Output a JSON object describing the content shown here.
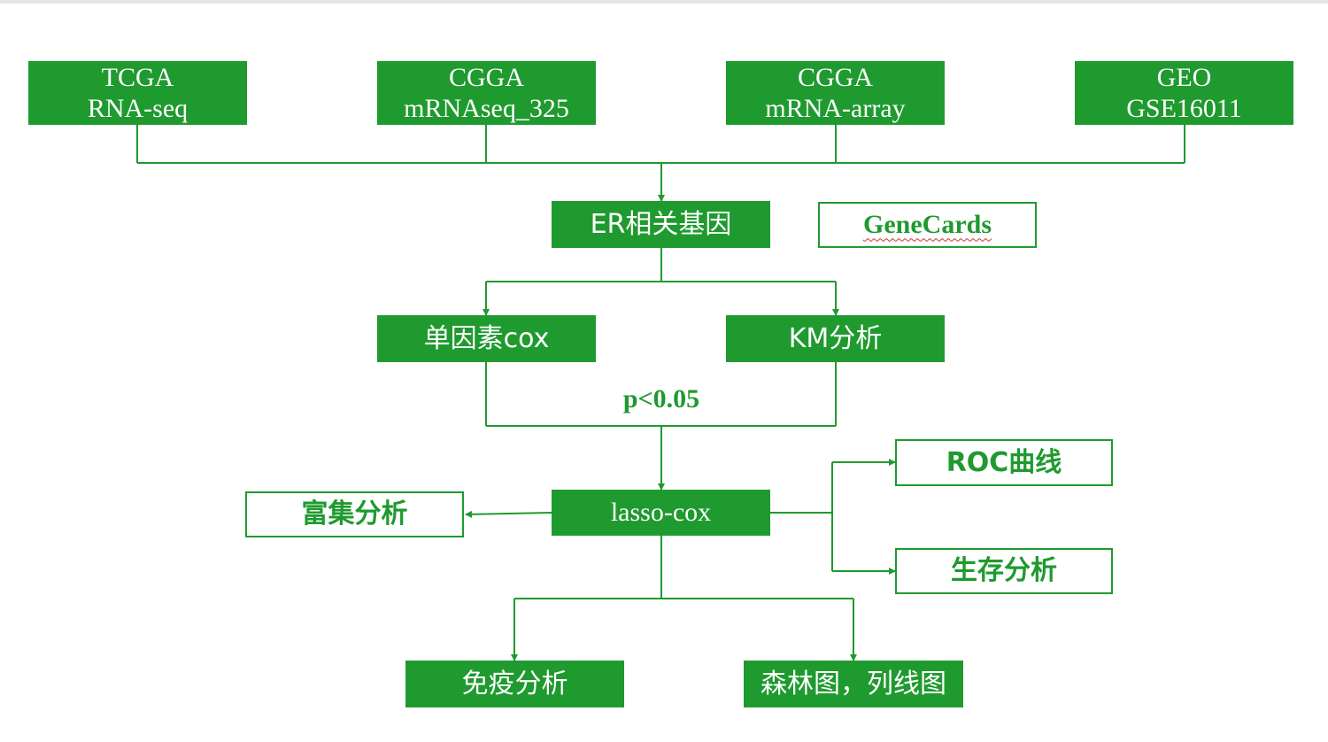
{
  "sources": [
    {
      "line1": "TCGA",
      "line2": "RNA-seq"
    },
    {
      "line1": "CGGA",
      "line2": "mRNAseq_325"
    },
    {
      "line1": "CGGA",
      "line2": "mRNA-array"
    },
    {
      "line1": "GEO",
      "line2": "GSE16011"
    }
  ],
  "er_genes": "ER相关基因",
  "genecards": "GeneCards",
  "univariate_cox": "单因素cox",
  "km_analysis": "KM分析",
  "threshold": "p<0.05",
  "lasso_cox": "lasso-cox",
  "enrichment": "富集分析",
  "roc_curve": "ROC曲线",
  "survival": "生存分析",
  "immune": "免疫分析",
  "forest_nomogram": "森林图，列线图",
  "colors": {
    "green": "#1f9a2f",
    "white": "#ffffff"
  }
}
